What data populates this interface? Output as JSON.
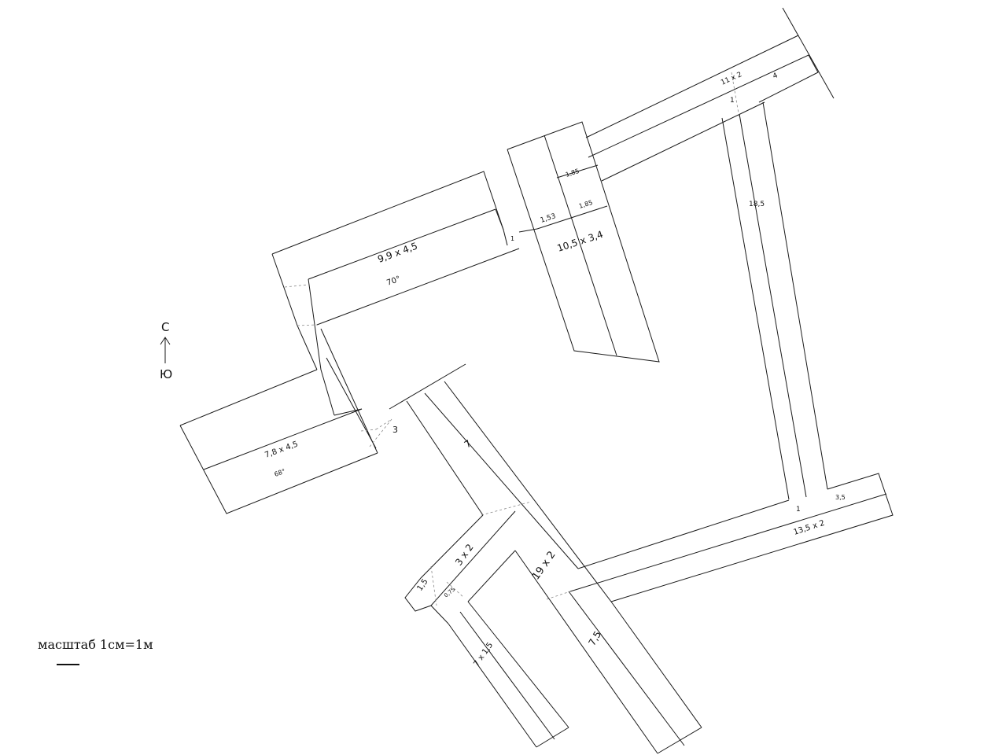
{
  "compass": {
    "north": "С",
    "south": "Ю"
  },
  "scale": {
    "text": "масштаб 1см=1м"
  },
  "labels": {
    "room_9_9x4_5": "9,9 x 4,5",
    "angle_70": "70°",
    "room_10_5x3_4": "10,5 x 3,4",
    "dim_1_85_top": "1,85",
    "dim_1_85_mid": "1,85",
    "dim_1_53": "1,53",
    "dim_1_small": "1",
    "room_11x2": "11 x 2",
    "dim_4": "4",
    "dim_1_top_corridor": "1",
    "dim_18_5": "18,5",
    "room_7_8x4_5": "7,8 x 4,5",
    "angle_68": "68°",
    "dim_3": "3",
    "dim_7": "7",
    "room_19x2": "19 x 2",
    "dim_7_5": "7,5",
    "room_3x2": "3 x 2",
    "dim_1_5": "1,5",
    "dim_0_75": "0,75",
    "room_7x1_5": "7 x 1,5",
    "room_13_5x2": "13,5 x 2",
    "dim_1_bottom": "1",
    "dim_3_5": "3,5"
  }
}
